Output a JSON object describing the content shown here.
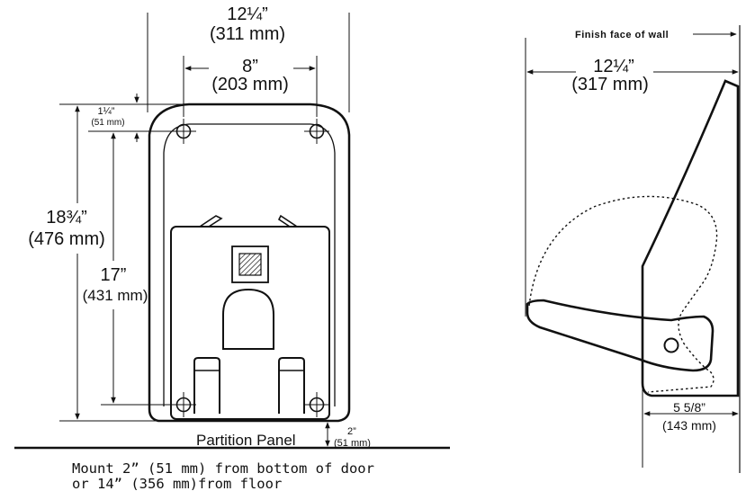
{
  "front_view": {
    "overall_width": "12¼”",
    "overall_width_mm": "(311 mm)",
    "hole_spacing": "8”",
    "hole_spacing_mm": "(203 mm)",
    "top_offset": "1¼”",
    "top_offset_mm": "(51 mm)",
    "overall_height": "18¾”",
    "overall_height_mm": "(476 mm)",
    "hole_vertical_spacing": "17”",
    "hole_vertical_spacing_mm": "(431 mm)",
    "partition_label": "Partition Panel",
    "bottom_offset": "2”",
    "bottom_offset_mm": "(51 mm)"
  },
  "side_view": {
    "wall_label": "Finish face of wall",
    "depth": "12¼”",
    "depth_mm": "(317 mm)",
    "thickness": "5 5/8”",
    "thickness_mm": "(143  mm)"
  },
  "mounting_note": {
    "line1": "Mount 2” (51 mm) from bottom of door",
    "line2": "or 14” (356 mm)from floor"
  }
}
